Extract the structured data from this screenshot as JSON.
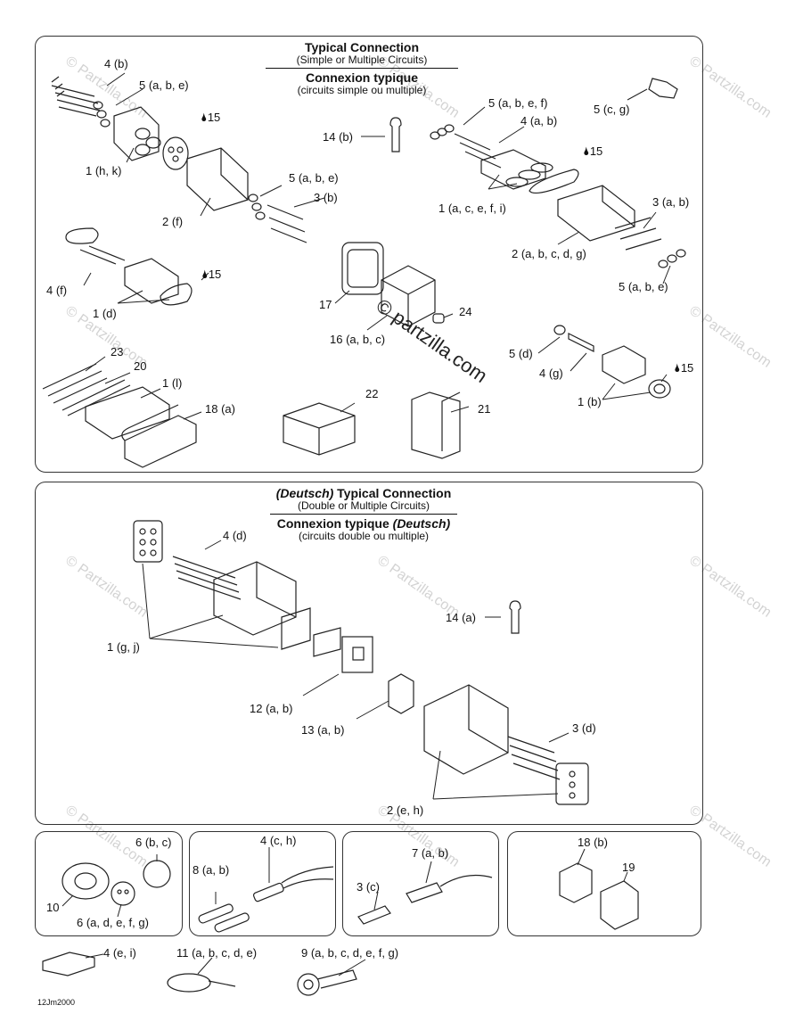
{
  "panels": {
    "top": {
      "title": "Typical Connection",
      "subtitle": "(Simple or Multiple Circuits)",
      "title_fr": "Connexion typique",
      "subtitle_fr": "(circuits simple ou multiple)"
    },
    "mid": {
      "title_em": "(Deutsch)",
      "title": " Typical Connection",
      "subtitle": "(Double or Multiple Circuits)",
      "title_fr": "Connexion typique ",
      "title_fr_em": "(Deutsch)",
      "subtitle_fr": "(circuits double ou multiple)"
    }
  },
  "labels": {
    "l_4b": "4 (b)",
    "l_5abe_top": "5 (a, b, e)",
    "l_15_a": "15",
    "l_1hk": "1 (h, k)",
    "l_2f": "2 (f)",
    "l_5abe_mid": "5 (a, b, e)",
    "l_3b": "3 (b)",
    "l_14b": "14 (b)",
    "l_5abef": "5 (a, b, e, f)",
    "l_4ab": "4 (a, b)",
    "l_5cg": "5 (c, g)",
    "l_15_b": "15",
    "l_1acefi": "1 (a, c, e, f, i)",
    "l_3ab": "3 (a, b)",
    "l_2abcdg": "2 (a, b, c, d, g)",
    "l_5abe_r": "5 (a, b, e)",
    "l_4f": "4 (f)",
    "l_1d": "1 (d)",
    "l_15_c": "15",
    "l_17": "17",
    "l_16abc": "16 (a, b, c)",
    "l_24": "24",
    "l_5d": "5 (d)",
    "l_4g": "4 (g)",
    "l_15_d": "15",
    "l_1b": "1 (b)",
    "l_23": "23",
    "l_20": "20",
    "l_1l": "1 (l)",
    "l_18a": "18 (a)",
    "l_22": "22",
    "l_21": "21",
    "l_4d": "4 (d)",
    "l_14a": "14 (a)",
    "l_1gj": "1 (g, j)",
    "l_12ab": "12 (a, b)",
    "l_13ab": "13 (a, b)",
    "l_3d": "3 (d)",
    "l_2eh": "2 (e, h)",
    "l_6bc": "6 (b, c)",
    "l_10": "10",
    "l_6adefg": "6 (a, d, e, f, g)",
    "l_4ch": "4 (c, h)",
    "l_8ab": "8 (a, b)",
    "l_7ab": "7 (a, b)",
    "l_3c": "3 (c)",
    "l_18b": "18 (b)",
    "l_19": "19",
    "l_4ei": "4 (e, i)",
    "l_11": "11 (a, b, c, d, e)",
    "l_9": "9 (a, b, c, d, e, f, g)"
  },
  "watermark": {
    "faint": "© Partzilla.com",
    "main": "© partzilla.com"
  },
  "drawing_code": "12Jm2000",
  "colors": {
    "line": "#222222",
    "fill": "#ffffff",
    "watermark": "#d3d3d3"
  }
}
